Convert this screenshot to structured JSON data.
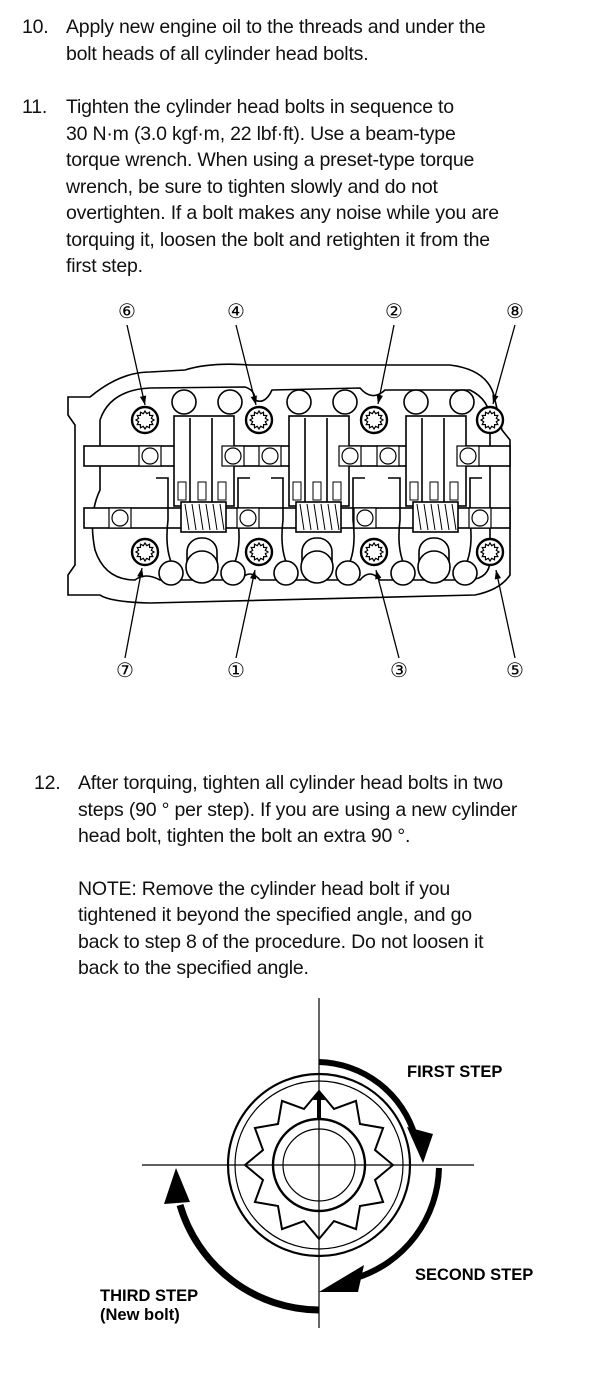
{
  "steps": [
    {
      "number": "10.",
      "lines": [
        "Apply new engine oil to the threads and under the",
        "bolt heads of all cylinder head bolts."
      ]
    },
    {
      "number": "11.",
      "lines": [
        "Tighten the cylinder head bolts in sequence to",
        "30 N·m (3.0 kgf·m, 22 lbf·ft). Use a beam-type",
        "torque wrench. When using a preset-type torque",
        "wrench, be sure to tighten slowly and do not",
        "overtighten. If a bolt makes any noise while you are",
        "torquing it, loosen the bolt and retighten it from the",
        "first step."
      ]
    },
    {
      "number": "12.",
      "lines": [
        "After torquing, tighten all cylinder head bolts in two",
        "steps (90 ° per step). If you are using a new cylinder",
        "head bolt, tighten the bolt an extra 90 °."
      ],
      "note_lines": [
        "NOTE: Remove the cylinder head bolt if you",
        "tightened it beyond the specified angle, and go",
        "back to step 8 of the procedure. Do not loosen it",
        "back to the specified angle."
      ]
    }
  ],
  "head_diagram": {
    "top_labels": [
      "⑥",
      "④",
      "②",
      "⑧"
    ],
    "bottom_labels": [
      "⑦",
      "①",
      "③",
      "⑤"
    ],
    "tightening_sequence": [
      1,
      2,
      3,
      4,
      5,
      6,
      7,
      8
    ]
  },
  "angle_diagram": {
    "first_step": "FIRST STEP",
    "second_step": "SECOND STEP",
    "third_step_line1": "THIRD STEP",
    "third_step_line2": "(New bolt)"
  }
}
